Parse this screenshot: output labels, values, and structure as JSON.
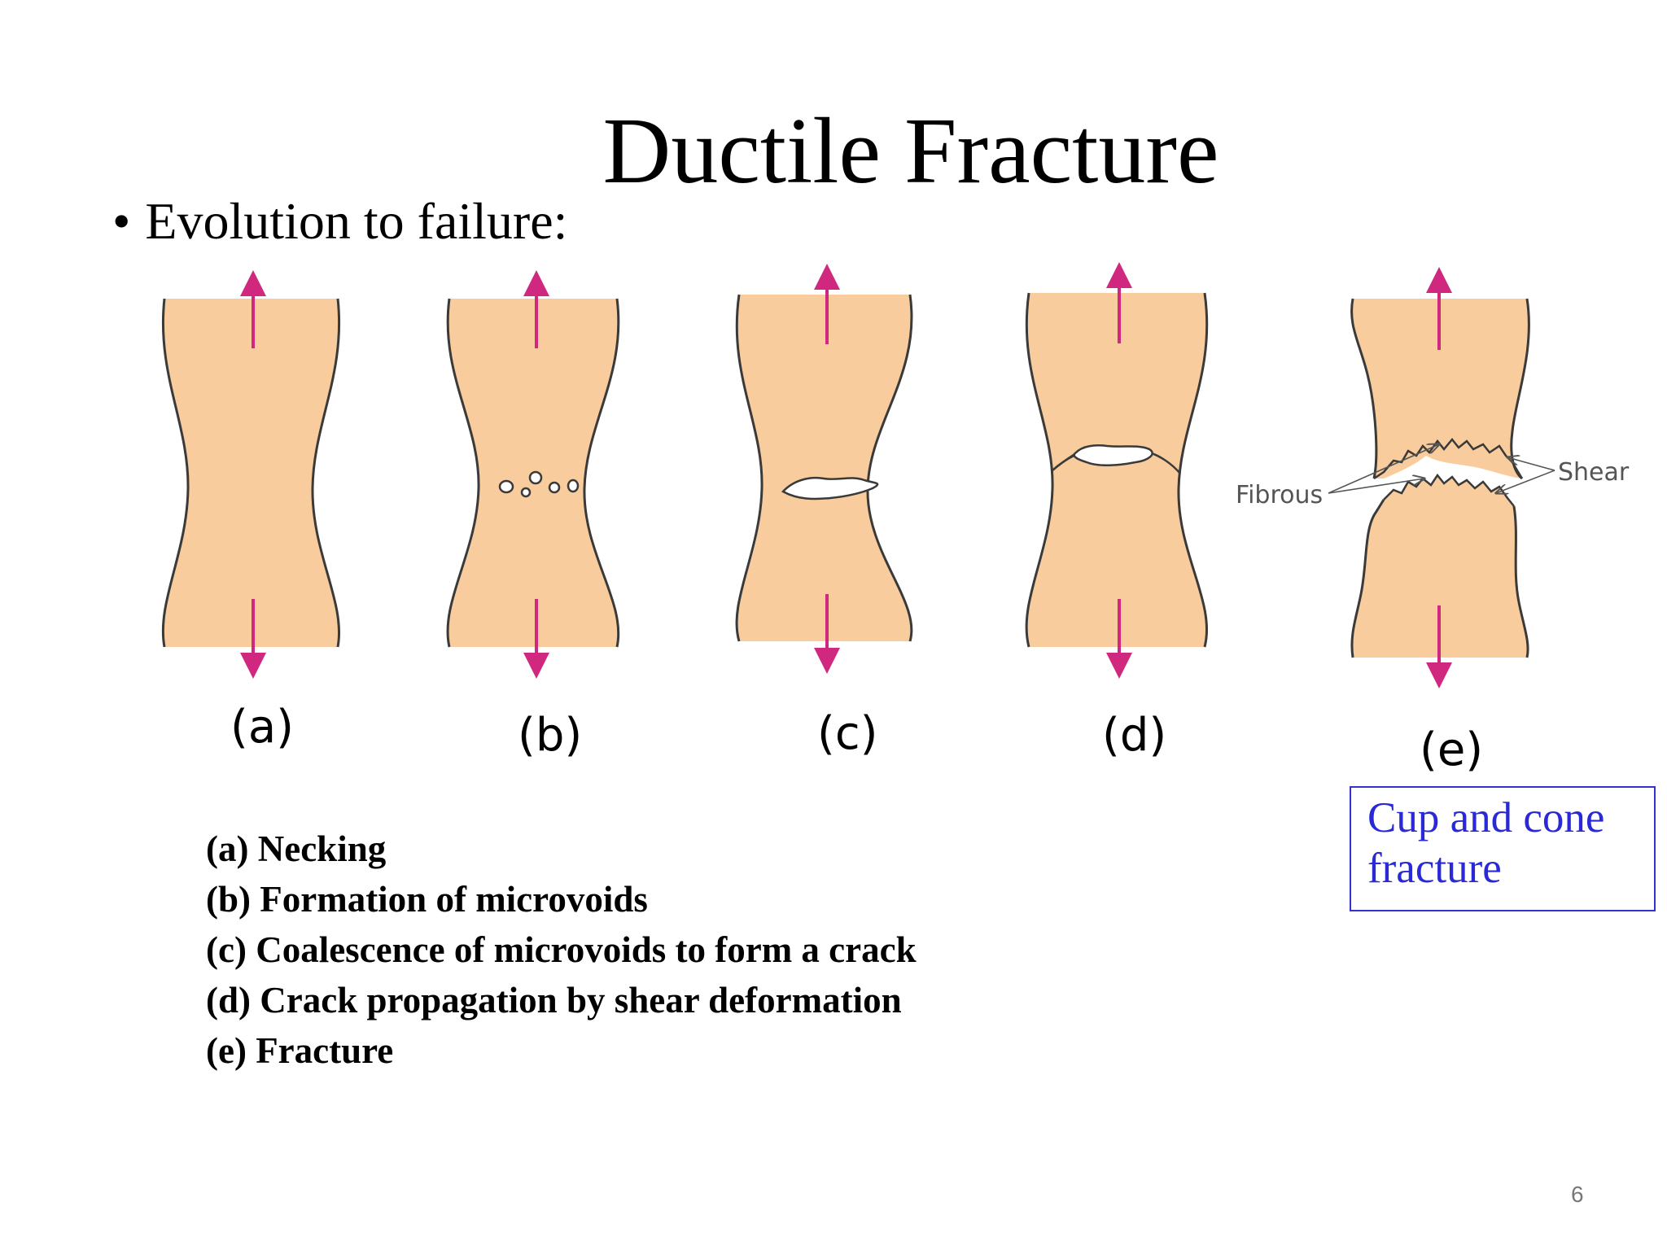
{
  "slide": {
    "title": "Ductile Fracture",
    "bullet_marker": "•",
    "bullet_text": "Evolution to failure:"
  },
  "panels": [
    {
      "label": "(a)"
    },
    {
      "label": "(b)"
    },
    {
      "label": "(c)"
    },
    {
      "label": "(d)"
    },
    {
      "label": "(e)"
    }
  ],
  "annotations": {
    "fibrous": "Fibrous",
    "shear": "Shear"
  },
  "callout": {
    "line1": "Cup and cone",
    "line2": "fracture"
  },
  "legend": [
    "(a) Necking",
    "(b) Formation of microvoids",
    "(c) Coalescence of microvoids to form a crack",
    "(d) Crack propagation by shear deformation",
    "(e) Fracture"
  ],
  "page_number": "6",
  "colors": {
    "specimen_fill": "#f8cc9c",
    "outline": "#3a3a3a",
    "arrow": "#d1287f",
    "callout": "#2929d6",
    "annotation_text": "#555555"
  }
}
